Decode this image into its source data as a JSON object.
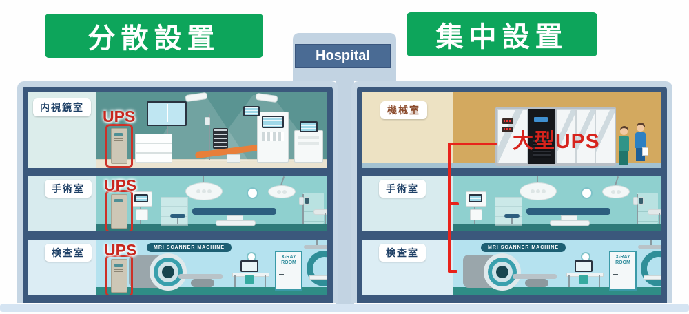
{
  "banners": {
    "left": "分散設置",
    "right": "集中設置"
  },
  "hospital_label": "Hospital",
  "left_building": {
    "floors": [
      {
        "room_label": "内視鏡室",
        "ups_label": "UPS"
      },
      {
        "room_label": "手術室",
        "ups_label": "UPS"
      },
      {
        "room_label": "検査室",
        "ups_label": "UPS"
      }
    ],
    "mri_label": "MRI  SCANNER MACHINE",
    "xray_label": "X-RAY\nROOM"
  },
  "right_building": {
    "floors": [
      {
        "room_label": "機械室",
        "ups_label": "大型UPS"
      },
      {
        "room_label": "手術室"
      },
      {
        "room_label": "検査室"
      }
    ],
    "mri_label": "MRI  SCANNER MACHINE",
    "xray_label": "X-RAY\nROOM"
  },
  "colors": {
    "banner_green": "#0da55b",
    "ups_red": "#c8271e",
    "line_red": "#e8231b",
    "frame_navy": "#3b587c",
    "hospital_blue": "#4a6b94"
  }
}
